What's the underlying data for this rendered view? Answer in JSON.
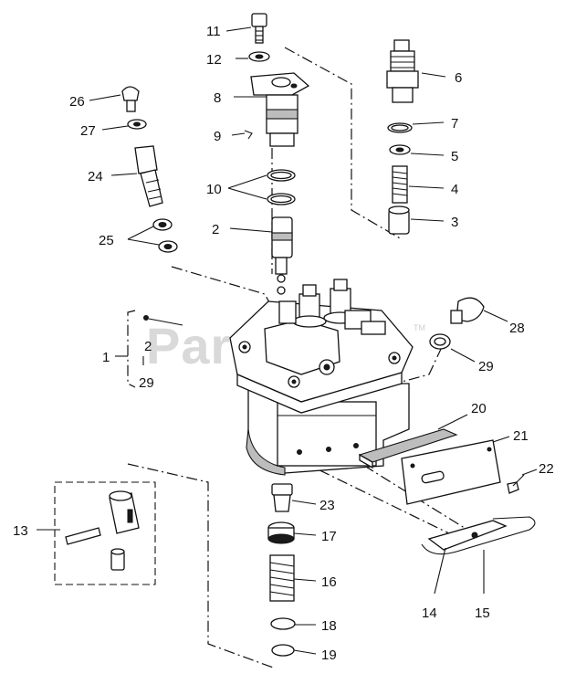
{
  "watermark": {
    "text": "PartStore",
    "tm": "TM"
  },
  "callouts": {
    "c11": "11",
    "c12": "12",
    "c8": "8",
    "c9": "9",
    "c10": "10",
    "c2a": "2",
    "c26": "26",
    "c27": "27",
    "c24": "24",
    "c25": "25",
    "c6": "6",
    "c7": "7",
    "c5": "5",
    "c4": "4",
    "c3": "3",
    "c1": "1",
    "c2b": "2",
    "c29a": "29",
    "c28": "28",
    "c29b": "29",
    "c20": "20",
    "c21": "21",
    "c22": "22",
    "c13": "13",
    "c23": "23",
    "c17": "17",
    "c16": "16",
    "c18": "18",
    "c19": "19",
    "c14": "14",
    "c15": "15"
  }
}
